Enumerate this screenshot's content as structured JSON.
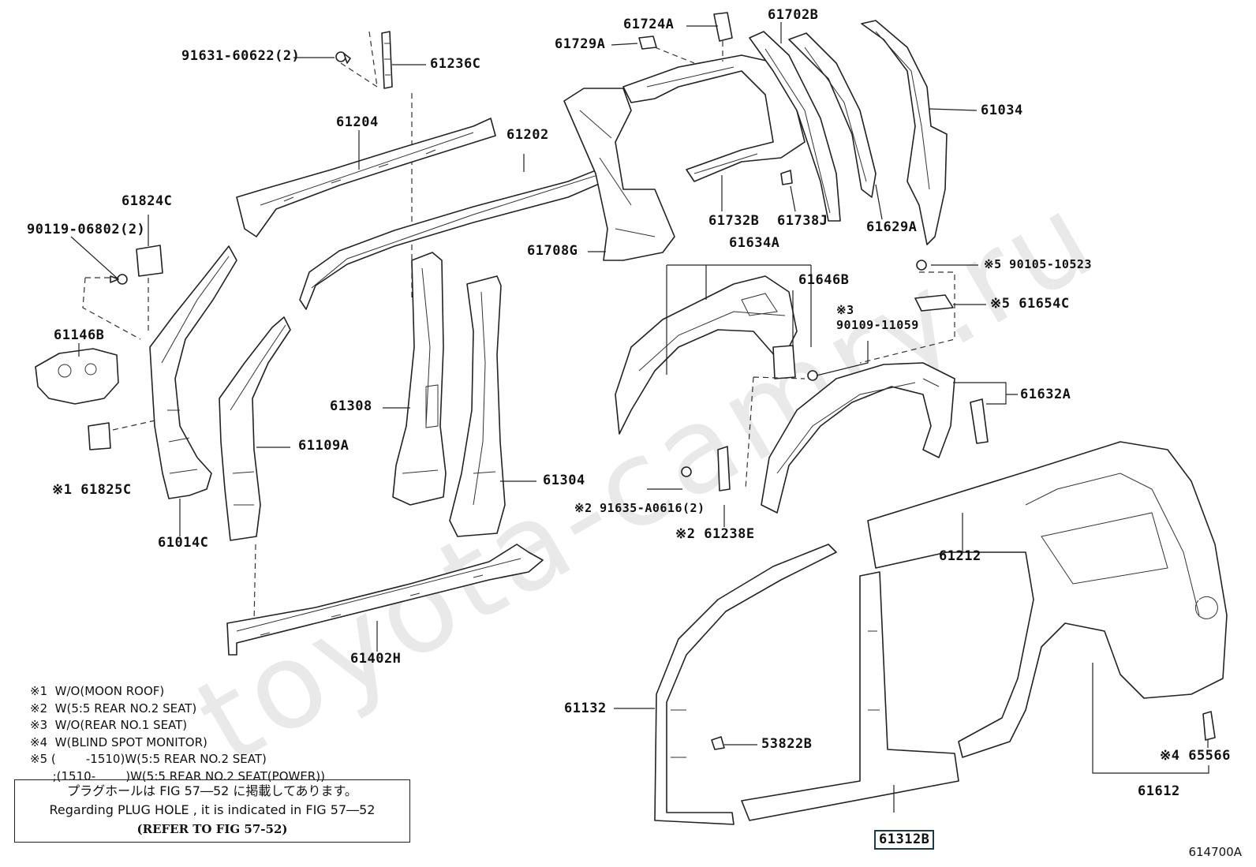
{
  "watermark": "toyota-camry.ru",
  "parts": {
    "p91631": "91631-60622(2)",
    "p61236C": "61236C",
    "p61204": "61204",
    "p61202": "61202",
    "p61824C": "61824C",
    "p90119": "90119-06802(2)",
    "p61146B": "61146B",
    "p61825C": "※1 61825C",
    "p61014C": "61014C",
    "p61109A": "61109A",
    "p61308": "61308",
    "p61304": "61304",
    "p61402H": "61402H",
    "p61724A": "61724A",
    "p61729A": "61729A",
    "p61702B": "61702B",
    "p61034": "61034",
    "p61708G": "61708G",
    "p61732B": "61732B",
    "p61738J": "61738J",
    "p61629A": "61629A",
    "p61634A": "61634A",
    "p61646B": "61646B",
    "p90109a": "※3",
    "p90109b": "90109-11059",
    "p90105": "※5 90105-10523",
    "p61654C": "※5 61654C",
    "p61632A": "61632A",
    "p91635": "※2 91635-A0616(2)",
    "p61238E": "※2 61238E",
    "p61212": "61212",
    "p61132": "61132",
    "p53822B": "53822B",
    "p65566": "※4 65566",
    "p61612": "61612",
    "p61312B": "61312B"
  },
  "notes": [
    "※1  W/O(MOON ROOF)",
    "※2  W(5:5 REAR NO.2 SEAT)",
    "※3  W/O(REAR NO.1 SEAT)",
    "※4  W(BLIND SPOT MONITOR)",
    "※5 (        -1510)W(5:5 REAR NO.2 SEAT)",
    "      ;(1510-        )W(5:5 REAR NO.2 SEAT(POWER))"
  ],
  "reference": {
    "line1": "プラグホールは FIG  57―52 に掲載してあります。",
    "line2": "Regarding  PLUG  HOLE , it is indicated in  FIG  57―52",
    "line3": "(REFER TO FIG 57-52)"
  },
  "figure_code": "614700A"
}
